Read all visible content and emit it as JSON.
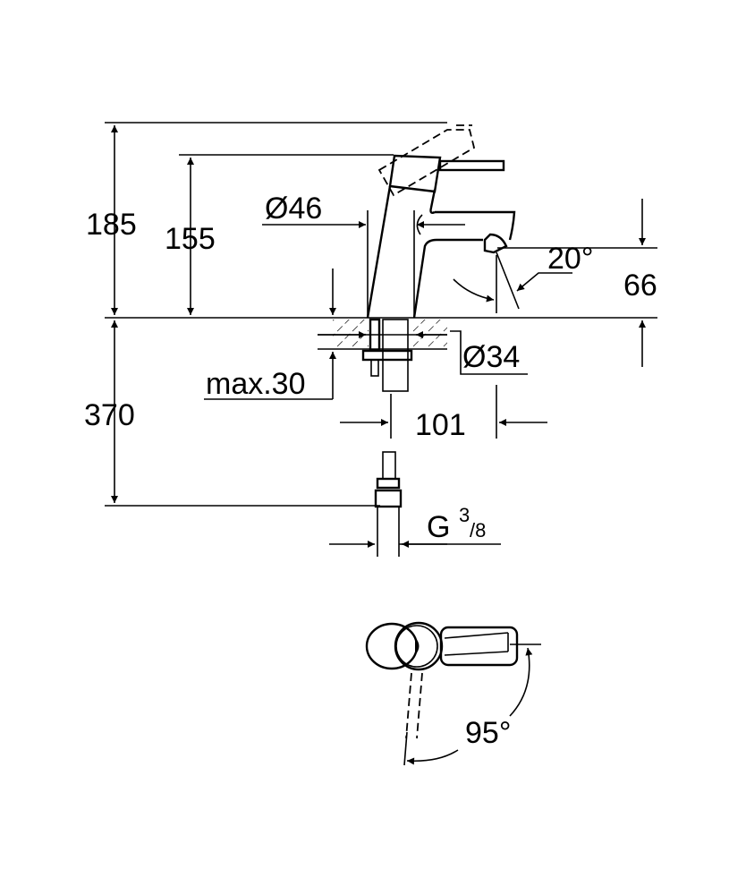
{
  "dimensions": {
    "total_height": "185",
    "handle_height": "155",
    "body_diameter": "Ø46",
    "spout_angle": "20°",
    "spout_height": "66",
    "counter_thickness": "max.30",
    "hole_diameter": "Ø34",
    "spout_reach": "101",
    "hose_length": "370",
    "connection_thread": "G",
    "connection_numerator": "3",
    "connection_denominator": "/8",
    "lever_rotation": "95°"
  }
}
